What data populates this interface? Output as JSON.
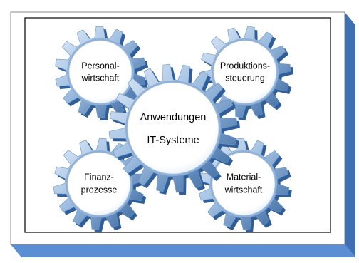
{
  "diagram": {
    "center": {
      "line1": "Anwendungen",
      "line2": "IT-Systeme"
    },
    "personalwirtschaft": {
      "line1": "Personal-",
      "line2": "wirtschaft"
    },
    "produktionssteuerung": {
      "line1": "Produktions-",
      "line2": "steuerung"
    },
    "finanzprozesse": {
      "line1": "Finanz-",
      "line2": "prozesse"
    },
    "materialwirtschaft": {
      "line1": "Material-",
      "line2": "wirtschaft"
    }
  },
  "colors": {
    "box_shadow": "#5b8fd4",
    "box_shadow_dark": "#3f70b4",
    "frame": "#000000",
    "gear_light": "#d4e3f3",
    "gear_mid": "#8fb1d8",
    "gear_dark": "#2f5f9a",
    "gear_rim": "#6f93bf",
    "gear_face": "#ffffff"
  }
}
